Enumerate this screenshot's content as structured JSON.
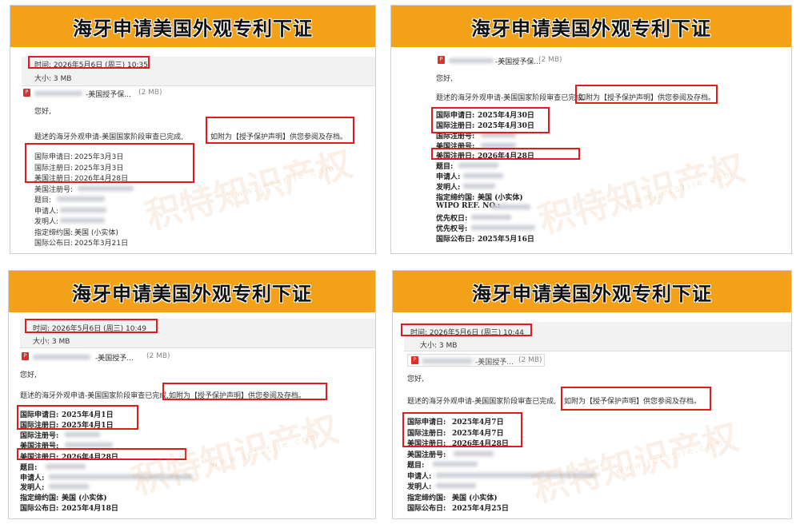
{
  "banner_title": "海牙申请美国外观专利下证",
  "watermark": {
    "text": "积特知识产权",
    "url": "www.jetstile.com"
  },
  "colors": {
    "banner": "#f4a11a",
    "highlight": "#e01b1b"
  },
  "panels": [
    {
      "time": "时间: 2026年5月6日 (周三) 10:35",
      "size": "大小: 3 MB",
      "attachment_name": "-美国授予保...",
      "attachment_size": "(2 MB)",
      "greeting": "您好,",
      "body_prefix": "题述的海牙外观申请-美国国家阶段审查已完成,",
      "body_highlight": "如附为【授予保护声明】供您参阅及存档。",
      "fields": [
        {
          "label": "国际申请日:",
          "value": "2025年3月3日"
        },
        {
          "label": "国际注册日:",
          "value": "2025年3月3日"
        },
        {
          "label": "美国注册日:",
          "value": "2026年4月28日"
        },
        {
          "label": "美国注册号:",
          "value": ""
        },
        {
          "label": "题目:",
          "value": ""
        },
        {
          "label": "申请人:",
          "value": ""
        },
        {
          "label": "发明人:",
          "value": ""
        },
        {
          "label": "指定缔约国:",
          "value": "美国 (小实体)"
        },
        {
          "label": "国际公布日:",
          "value": "2025年3月21日"
        }
      ]
    },
    {
      "attachment_name": "-美国授予保...",
      "attachment_size": "(2 MB)",
      "greeting": "您好,",
      "body_prefix": "题述的海牙外观申请-美国国家阶段审查已完成,",
      "body_highlight": "如附为【授予保护声明】供您参阅及存档。",
      "fields": [
        {
          "label": "国际申请日:",
          "value": "2025年4月30日"
        },
        {
          "label": "国际注册日:",
          "value": "2025年4月30日"
        },
        {
          "label": "国际注册号:",
          "value": ""
        },
        {
          "label": "美国注册号:",
          "value": ""
        },
        {
          "label": "美国注册日:",
          "value": "2026年4月28日"
        },
        {
          "label": "题目:",
          "value": ""
        },
        {
          "label": "申请人:",
          "value": ""
        },
        {
          "label": "发明人:",
          "value": ""
        },
        {
          "label": "指定缔约国:",
          "value": "美国 (小实体)"
        },
        {
          "label": "WIPO REF. NO.:",
          "value": ""
        },
        {
          "label": "优先权日:",
          "value": ""
        },
        {
          "label": "优先权号:",
          "value": ""
        },
        {
          "label": "国际公布日:",
          "value": "2025年5月16日"
        }
      ]
    },
    {
      "time": "时间: 2026年5月6日 (周三) 10:49",
      "size": "大小: 3 MB",
      "attachment_name": "-美国授予...",
      "attachment_size": "(2 MB)",
      "greeting": "您好,",
      "body_prefix": "题述的海牙外观申请-美国国家阶段审查已完成,",
      "body_highlight": "如附为【授予保护声明】供您参阅及存档。",
      "fields": [
        {
          "label": "国际申请日:",
          "value": "2025年4月1日"
        },
        {
          "label": "国际注册日:",
          "value": "2025年4月1日"
        },
        {
          "label": "国际注册号:",
          "value": ""
        },
        {
          "label": "美国注册号:",
          "value": ""
        },
        {
          "label": "美国注册日:",
          "value": "2026年4月28日"
        },
        {
          "label": "题目:",
          "value": ""
        },
        {
          "label": "申请人:",
          "value": ""
        },
        {
          "label": "发明人:",
          "value": ""
        },
        {
          "label": "指定缔约国:",
          "value": "美国 (小实体)"
        },
        {
          "label": "国际公布日:",
          "value": "2025年4月18日"
        }
      ]
    },
    {
      "time": "时间: 2026年5月6日 (周三) 10:44",
      "size": "大小: 3 MB",
      "attachment_name": "-美国授予...",
      "attachment_size": "(2 MB)",
      "greeting": "您好,",
      "body_prefix": "题述的海牙外观申请-美国国家阶段审查已完成,",
      "body_highlight": "如附为【授予保护声明】供您参阅及存档。",
      "fields": [
        {
          "label": "国际申请日:",
          "value": "2025年4月7日"
        },
        {
          "label": "国际注册日:",
          "value": "2025年4月7日"
        },
        {
          "label": "美国注册日:",
          "value": "2026年4月28日"
        },
        {
          "label": "美国注册号:",
          "value": ""
        },
        {
          "label": "题目:",
          "value": ""
        },
        {
          "label": "申请人:",
          "value": ""
        },
        {
          "label": "发明人:",
          "value": ""
        },
        {
          "label": "指定缔约国:",
          "value": "美国 (小实体)"
        },
        {
          "label": "国际公布日:",
          "value": "2025年4月25日"
        }
      ]
    }
  ]
}
